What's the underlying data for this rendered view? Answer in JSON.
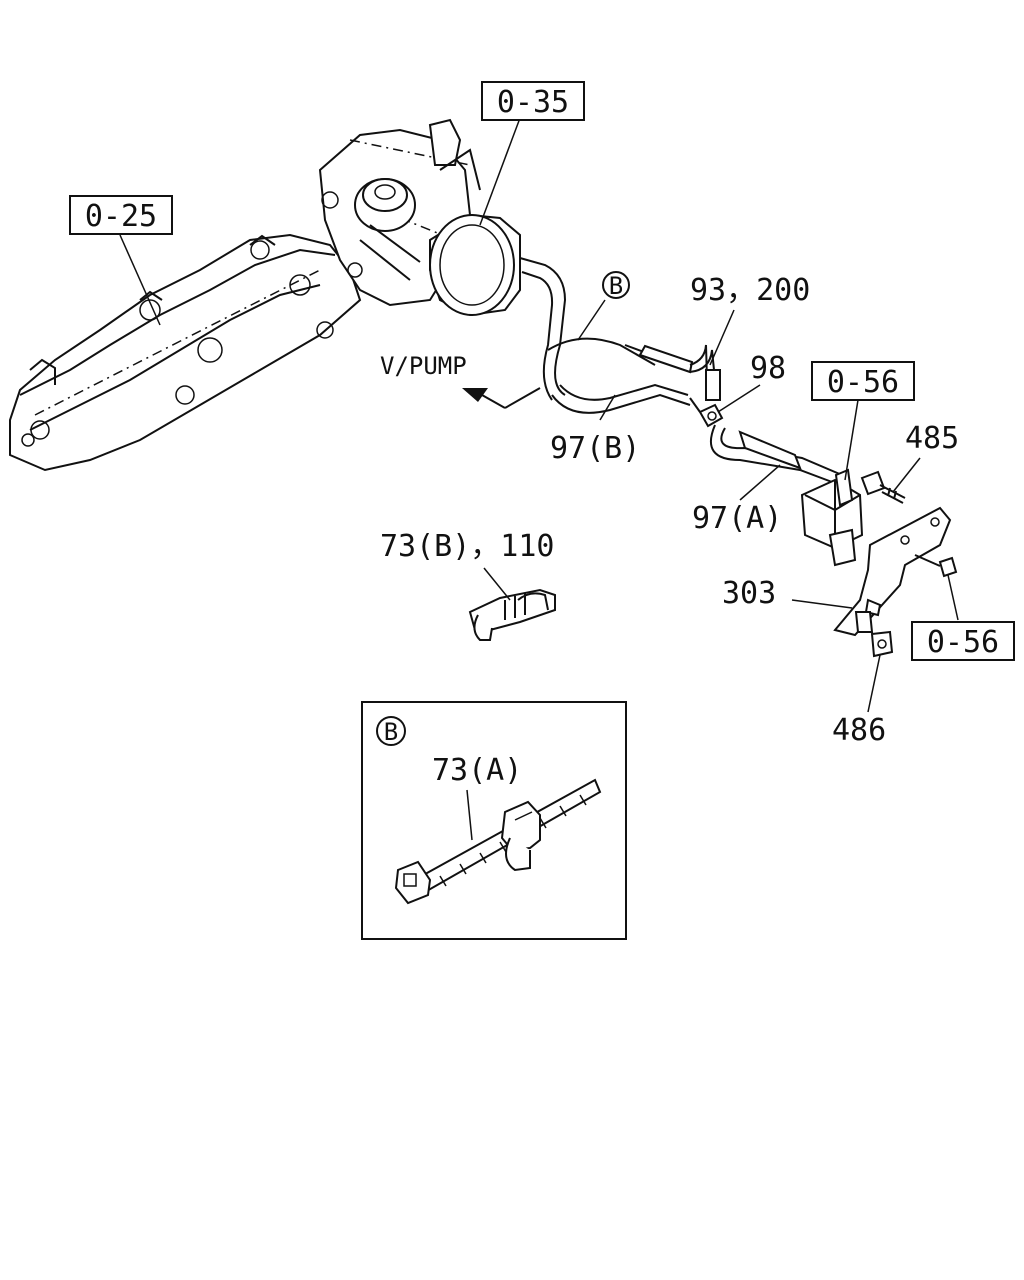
{
  "labels": {
    "ref_0_35": "0-35",
    "ref_0_25": "0-25",
    "ref_0_56_top": "0-56",
    "ref_0_56_bottom": "0-56",
    "circle_b": "B",
    "part_93_200": "93，200",
    "part_98": "98",
    "part_97b": "97(B)",
    "part_97a": "97(A)",
    "part_485": "485",
    "part_303": "303",
    "part_486": "486",
    "part_73b_110": "73(B)，110",
    "v_pump": "V/PUMP",
    "detail_circle_b": "B",
    "part_73a": "73(A)"
  }
}
